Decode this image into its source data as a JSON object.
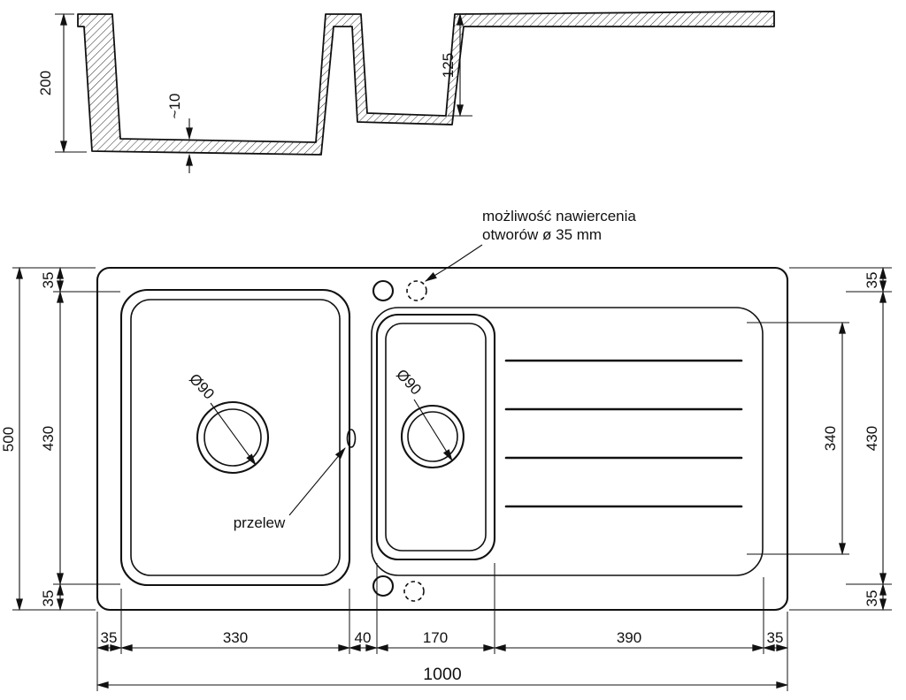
{
  "page": {
    "background": "#ffffff",
    "line_color": "#111111"
  },
  "section_view": {
    "dim_total_depth": "200",
    "dim_bottom_thickness": "~10",
    "dim_small_bowl_depth": "125"
  },
  "plan_view": {
    "drill_note_line1": "możliwość nawiercenia",
    "drill_note_line2": "otworów ø 35 mm",
    "overflow_label": "przelew",
    "drain_large_label": "Ø90",
    "drain_small_label": "Ø90",
    "dims": {
      "overall_height": "500",
      "left_top": "35",
      "left_middle": "430",
      "left_bottom": "35",
      "right_top": "35",
      "right_middle": "430",
      "right_bottom": "35",
      "drainboard_height": "340",
      "bottom_seg1": "35",
      "bottom_seg2": "330",
      "bottom_seg3": "40",
      "bottom_seg4": "170",
      "bottom_seg5": "390",
      "bottom_seg6": "35",
      "overall_width": "1000"
    }
  }
}
